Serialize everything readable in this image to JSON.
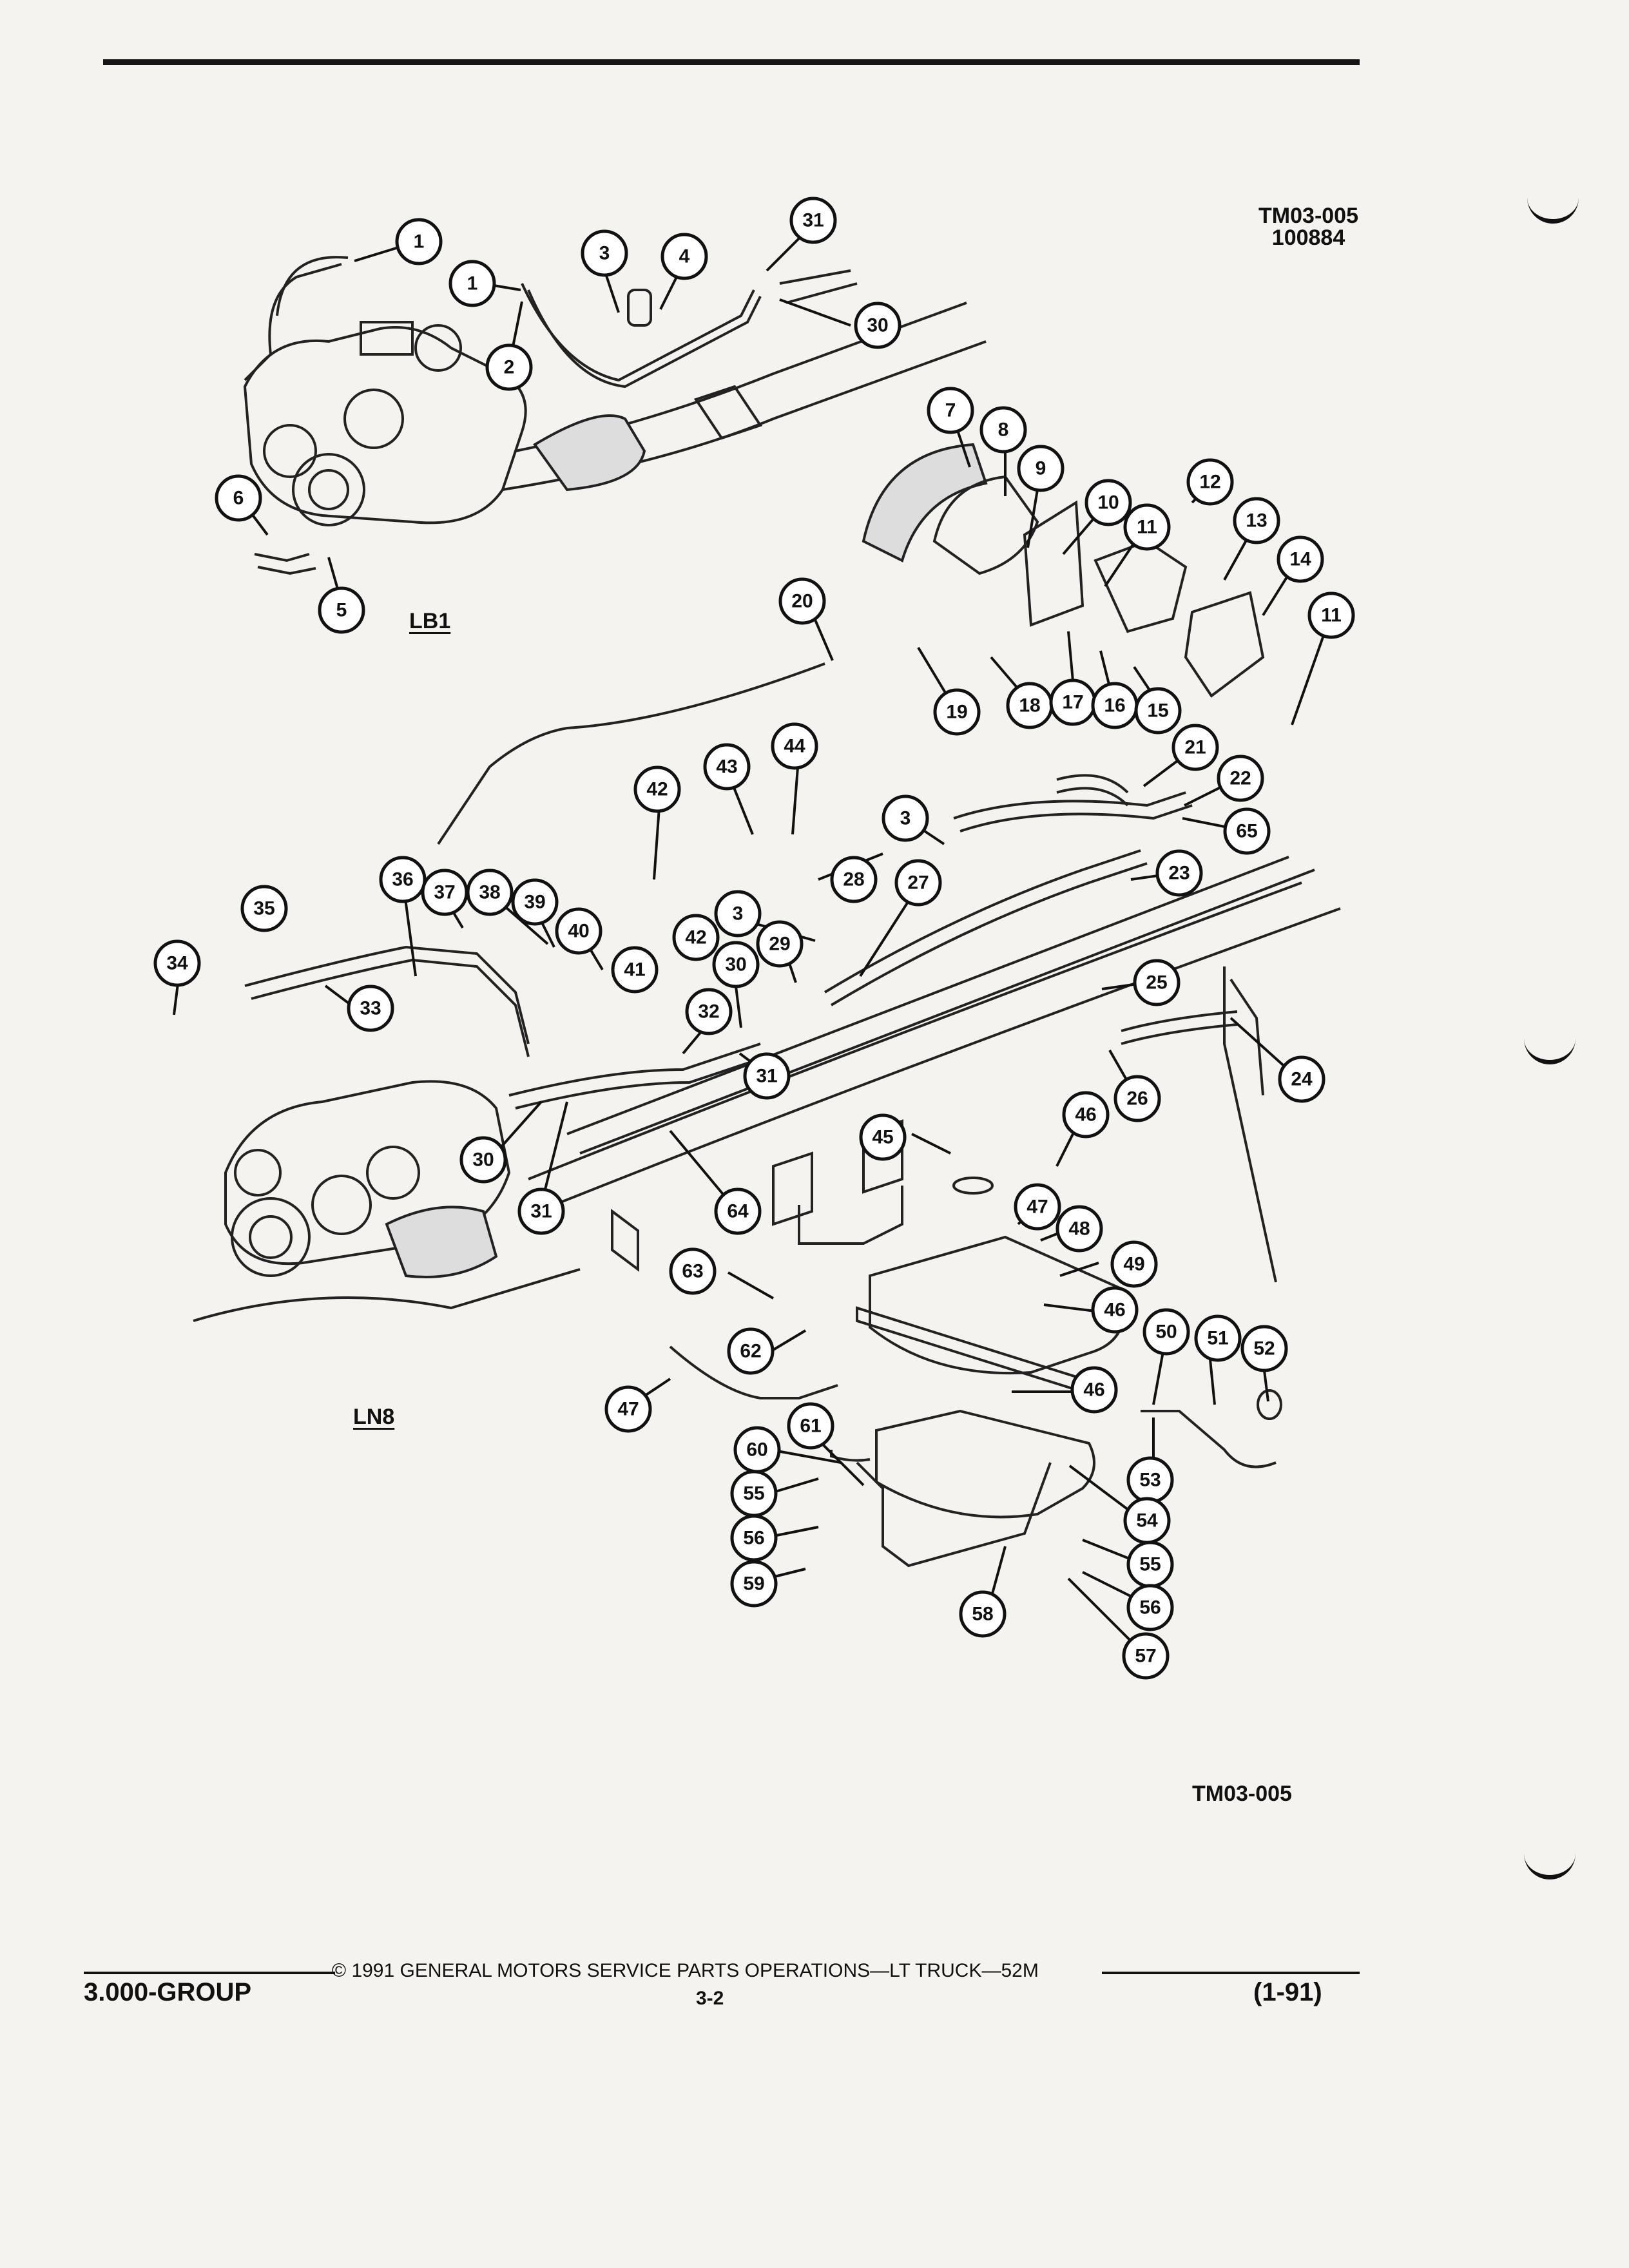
{
  "header": {
    "ref_code": "TM03-005",
    "ref_number": "100884"
  },
  "figure": {
    "code": "TM03-005",
    "engine_labels": [
      "LB1",
      "LN8"
    ],
    "callouts": [
      "1",
      "1",
      "2",
      "3",
      "4",
      "31",
      "30",
      "6",
      "5",
      "7",
      "8",
      "9",
      "10",
      "11",
      "12",
      "13",
      "14",
      "11",
      "20",
      "19",
      "18",
      "17",
      "16",
      "15",
      "42",
      "43",
      "44",
      "3",
      "21",
      "22",
      "65",
      "36",
      "37",
      "38",
      "39",
      "35",
      "34",
      "33",
      "40",
      "41",
      "42",
      "28",
      "3",
      "27",
      "23",
      "29",
      "30",
      "32",
      "31",
      "25",
      "24",
      "26",
      "30",
      "31",
      "64",
      "45",
      "46",
      "47",
      "48",
      "49",
      "63",
      "46",
      "62",
      "50",
      "51",
      "52",
      "47",
      "46",
      "53",
      "60",
      "61",
      "54",
      "55",
      "56",
      "59",
      "58",
      "55",
      "56",
      "57"
    ]
  },
  "footer": {
    "group": "3.000-GROUP",
    "copyright": "© 1991 GENERAL MOTORS SERVICE PARTS OPERATIONS—LT TRUCK—52M",
    "page": "3-2",
    "date": "(1-91)"
  }
}
